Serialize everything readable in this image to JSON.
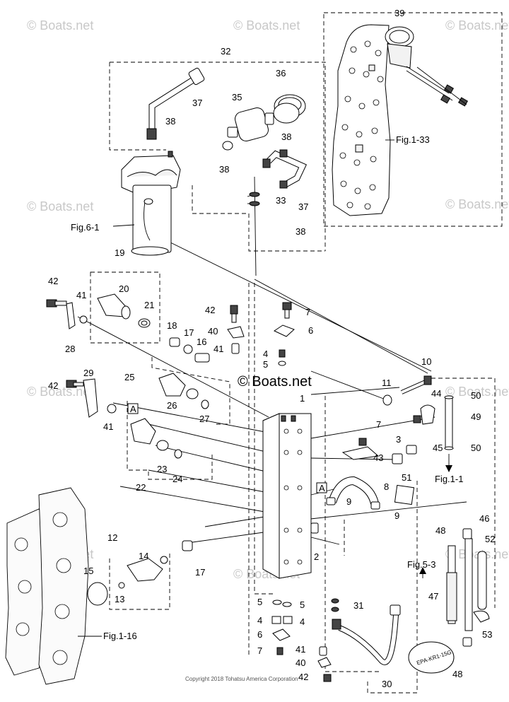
{
  "watermark": "© Boats.net",
  "copyright": "Copyright 2018 Tohatsu America Corporation",
  "callouts": {
    "c1": "1",
    "c2": "2",
    "c3": "3",
    "c4": "4",
    "c5": "5",
    "c6": "6",
    "c7": "7",
    "c8": "8",
    "c9": "9",
    "c10": "10",
    "c11": "11",
    "c12": "12",
    "c13": "13",
    "c14": "14",
    "c15": "15",
    "c16": "16",
    "c17": "17",
    "c18": "18",
    "c19": "19",
    "c20": "20",
    "c21": "21",
    "c22": "22",
    "c23": "23",
    "c24": "24",
    "c25": "25",
    "c26": "26",
    "c27": "27",
    "c28": "28",
    "c29": "29",
    "c30": "30",
    "c31": "31",
    "c32": "32",
    "c33": "33",
    "c35": "35",
    "c36": "36",
    "c37": "37",
    "c38": "38",
    "c39": "39",
    "c40": "40",
    "c41": "41",
    "c42": "42",
    "c43": "43",
    "c44": "44",
    "c45": "45",
    "c46": "46",
    "c47": "47",
    "c48": "48",
    "c49": "49",
    "c50": "50",
    "c51": "51",
    "c52": "52",
    "c53": "53"
  },
  "box_label": "A",
  "figure_refs": {
    "fig_1_33": "Fig.1-33",
    "fig_6_1": "Fig.6-1",
    "fig_1_1": "Fig.1-1",
    "fig_5_3": "Fig.5-3",
    "fig_1_16": "Fig.1-16"
  },
  "tag_text": "EPA-KR1-15G"
}
